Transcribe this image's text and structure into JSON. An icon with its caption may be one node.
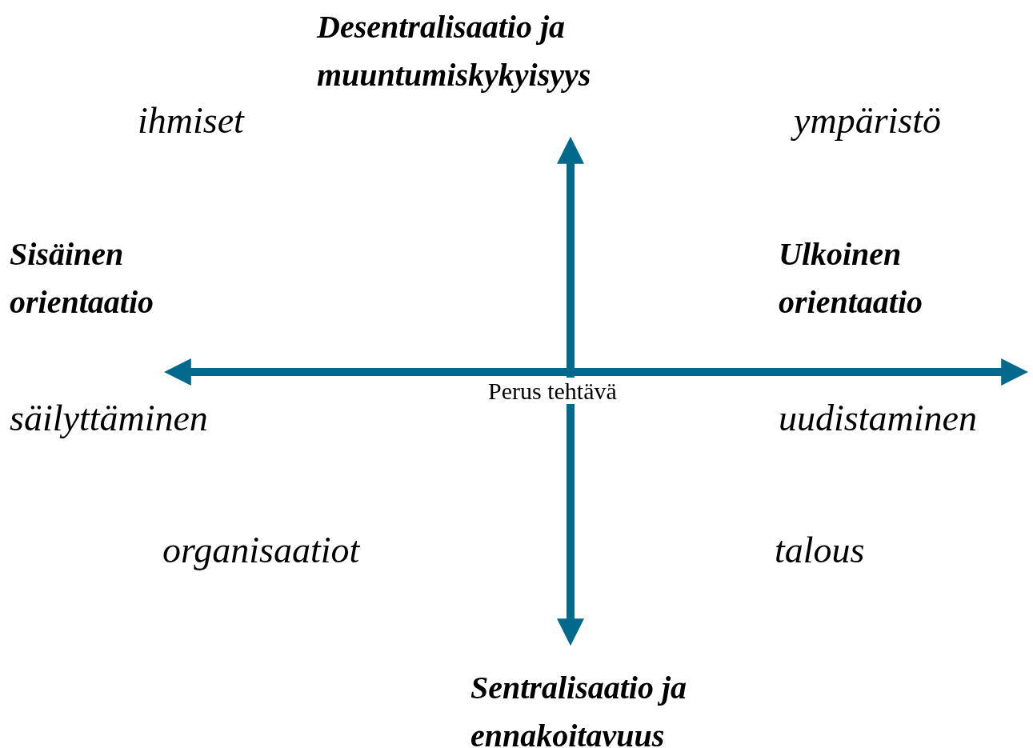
{
  "diagram": {
    "labels": [
      "Desentralisaatio ja muuntumiskykyisyys",
      "ihmiset",
      "ympäristö",
      "Sisäinen orientaatio",
      "Ulkoinen orientaatio",
      "Perus tehtävä",
      "säilyttäminen",
      "uudistaminen",
      "organisaatiot",
      "talous",
      "Sentralisaatio ja ennakoitavuus"
    ]
  }
}
